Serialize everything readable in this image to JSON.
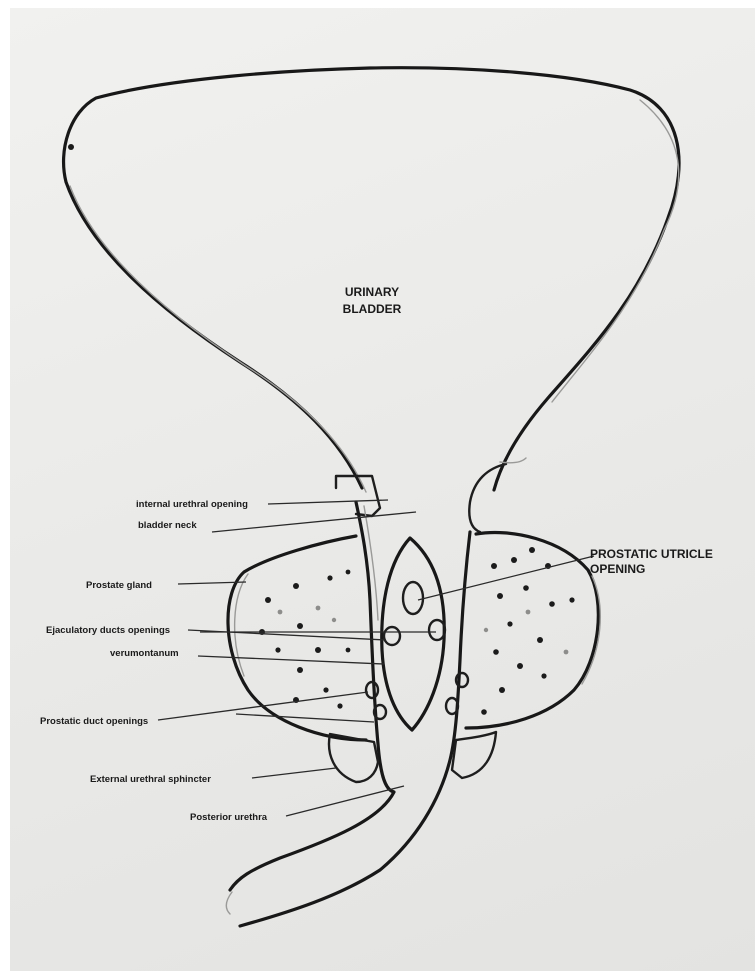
{
  "labels": {
    "urinary_bladder": [
      "URINARY",
      "BLADDER"
    ],
    "internal_urethral_opening": "internal urethral opening",
    "bladder_neck": "bladder neck",
    "prostate_gland": "Prostate gland",
    "ejaculatory_ducts_openings": "Ejaculatory ducts openings",
    "verumontanum": "verumontanum",
    "prostatic_duct_openings": "Prostatic duct openings",
    "external_urethral_sphincter": "External urethral sphincter",
    "posterior_urethra": "Posterior urethra",
    "prostatic_utricle_opening": [
      "PROSTATIC UTRICLE",
      "OPENING"
    ]
  },
  "colors": {
    "ink": "#181818",
    "pencil": "#9a9a98",
    "paper": "#ececea"
  }
}
